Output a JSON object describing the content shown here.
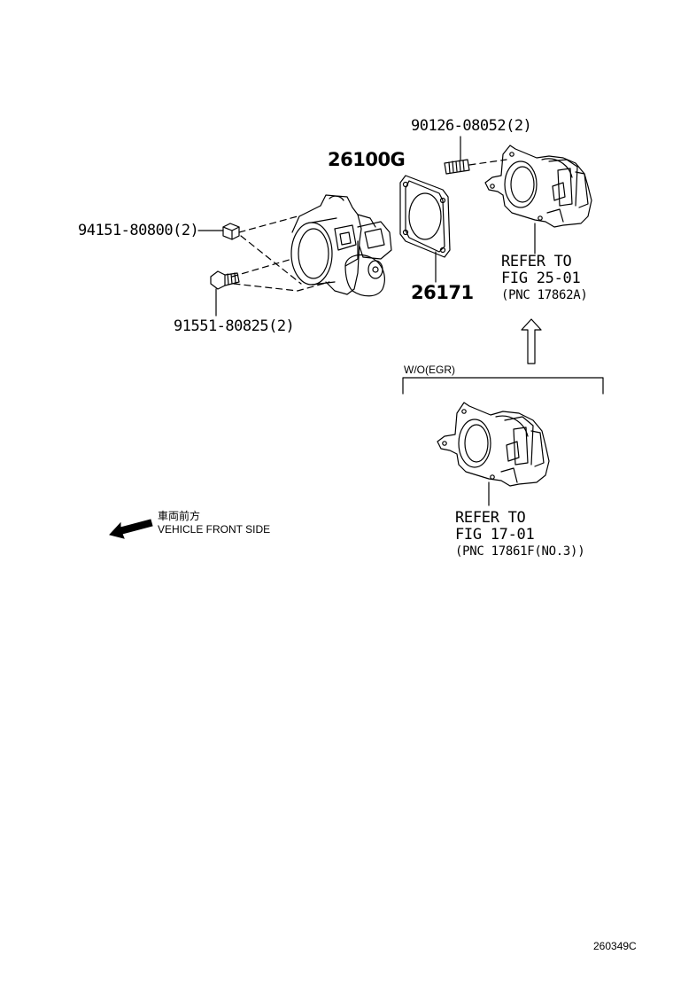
{
  "parts": {
    "bolt_top": "90126-08052(2)",
    "throttle_body": "26100G",
    "gasket": "26171",
    "nut": "94151-80800(2)",
    "bolt": "91551-80825(2)"
  },
  "refer_upper": {
    "line1": "REFER TO",
    "line2": "FIG 25-01",
    "line3": "(PNC 17862A)"
  },
  "variant_label": "W/O(EGR)",
  "refer_lower": {
    "line1": "REFER TO",
    "line2": "FIG 17-01",
    "line3": "(PNC 17861F(NO.3))"
  },
  "front_side": {
    "jp": "車両前方",
    "en": "VEHICLE FRONT SIDE"
  },
  "figure_code": "260349C"
}
